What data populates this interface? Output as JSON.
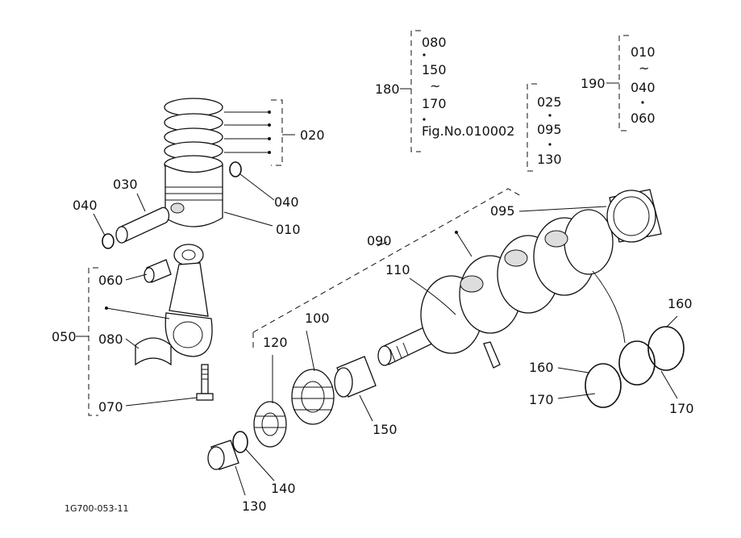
{
  "labels": {
    "l010": "010",
    "l020": "020",
    "l030": "030",
    "l040a": "040",
    "l040b": "040",
    "l050": "050",
    "l060": "060",
    "l070": "070",
    "l080": "080",
    "l090": "090",
    "l095": "095",
    "l100": "100",
    "l110": "110",
    "l120": "120",
    "l130": "130",
    "l140": "140",
    "l150": "150",
    "l160a": "160",
    "l160b": "160",
    "l170a": "170",
    "l170b": "170"
  },
  "groups": {
    "g180": {
      "label": "180",
      "items": [
        "080",
        "150",
        "~",
        "170",
        "Fig.No.010002"
      ]
    },
    "g025": {
      "items": [
        "025",
        "095",
        "130"
      ]
    },
    "g190": {
      "label": "190",
      "items": [
        "010",
        "~",
        "040",
        "060"
      ]
    }
  },
  "figure_code": "1G700-053-11"
}
